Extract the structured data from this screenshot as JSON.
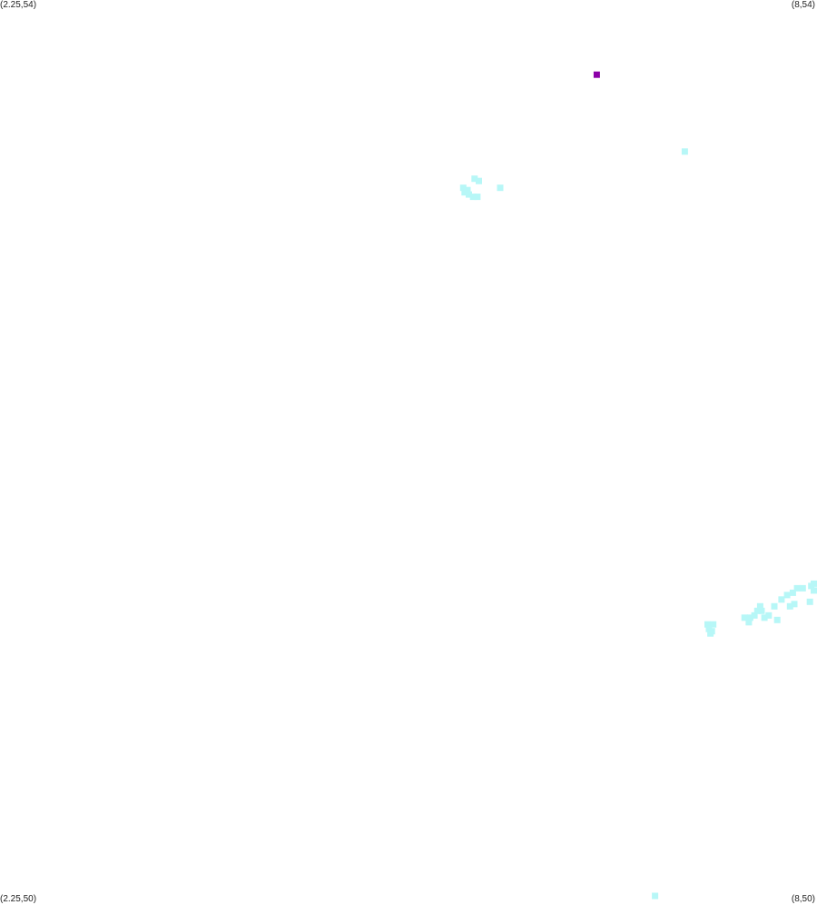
{
  "corners": {
    "top_left": "(2.25,54)",
    "top_right": "(8,54)",
    "bottom_left": "(2.25,50)",
    "bottom_right": "(8,50)"
  },
  "bounds": {
    "lon_min": 2.25,
    "lon_max": 8,
    "lat_min": 50,
    "lat_max": 54
  },
  "colors": {
    "background": "#ffffff",
    "cyan": "#b7f7f7",
    "purple": "#8c00a8"
  },
  "chart_data": {
    "type": "scatter",
    "xlim": [
      2.25,
      8
    ],
    "ylim": [
      50,
      54
    ],
    "series": [
      {
        "color": "#b7f7f7",
        "points": [
          [
            5.59,
            53.21
          ],
          [
            5.62,
            53.2
          ],
          [
            5.51,
            53.17
          ],
          [
            5.52,
            53.15
          ],
          [
            5.55,
            53.14
          ],
          [
            5.54,
            53.16
          ],
          [
            5.61,
            53.13
          ],
          [
            5.58,
            53.13
          ],
          [
            5.77,
            53.17
          ],
          [
            7.07,
            53.33
          ],
          [
            7.23,
            51.24
          ],
          [
            7.27,
            51.24
          ],
          [
            7.24,
            51.22
          ],
          [
            7.26,
            51.21
          ],
          [
            7.25,
            51.2
          ],
          [
            7.49,
            51.27
          ],
          [
            7.53,
            51.27
          ],
          [
            7.56,
            51.28
          ],
          [
            7.58,
            51.3
          ],
          [
            7.61,
            51.3
          ],
          [
            7.63,
            51.27
          ],
          [
            7.66,
            51.28
          ],
          [
            7.7,
            51.32
          ],
          [
            7.75,
            51.35
          ],
          [
            7.79,
            51.37
          ],
          [
            7.83,
            51.38
          ],
          [
            7.86,
            51.4
          ],
          [
            7.9,
            51.4
          ],
          [
            7.96,
            51.41
          ],
          [
            7.99,
            51.42
          ],
          [
            8.0,
            51.39
          ],
          [
            7.95,
            51.34
          ],
          [
            7.84,
            51.33
          ],
          [
            7.81,
            51.32
          ],
          [
            7.6,
            51.32
          ],
          [
            7.52,
            51.25
          ],
          [
            7.72,
            51.26
          ],
          [
            6.86,
            50.04
          ]
        ]
      },
      {
        "color": "#8c00a8",
        "points": [
          [
            6.45,
            53.67
          ]
        ]
      }
    ]
  }
}
